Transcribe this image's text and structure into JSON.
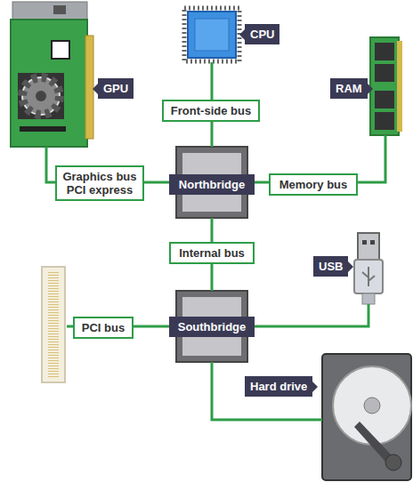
{
  "diagram": {
    "nodes": [
      {
        "text": [
          "CPU"
        ]
      },
      {
        "text": [
          "GPU"
        ]
      },
      {
        "text": [
          "RAM"
        ]
      },
      {
        "text": [
          "Northbridge"
        ]
      },
      {
        "text": [
          "USB"
        ]
      },
      {
        "text": [
          "Southbridge"
        ]
      },
      {
        "text": [
          "Hard drive"
        ]
      }
    ],
    "edges": [
      {
        "from": 0,
        "to": 3,
        "label": "Front-side bus",
        "arrow": "none"
      },
      {
        "from": 1,
        "to": 3,
        "label": "Graphics bus PCI express",
        "arrow": "none"
      },
      {
        "from": 3,
        "to": 2,
        "label": "Memory bus",
        "arrow": "none"
      },
      {
        "from": 3,
        "to": 5,
        "label": "Internal bus",
        "arrow": "none"
      },
      {
        "from": 5,
        "to": 4,
        "arrow": "none"
      },
      {
        "from": 5,
        "to": 6,
        "arrow": "none"
      }
    ],
    "labels": [
      "PCI bus"
    ]
  }
}
